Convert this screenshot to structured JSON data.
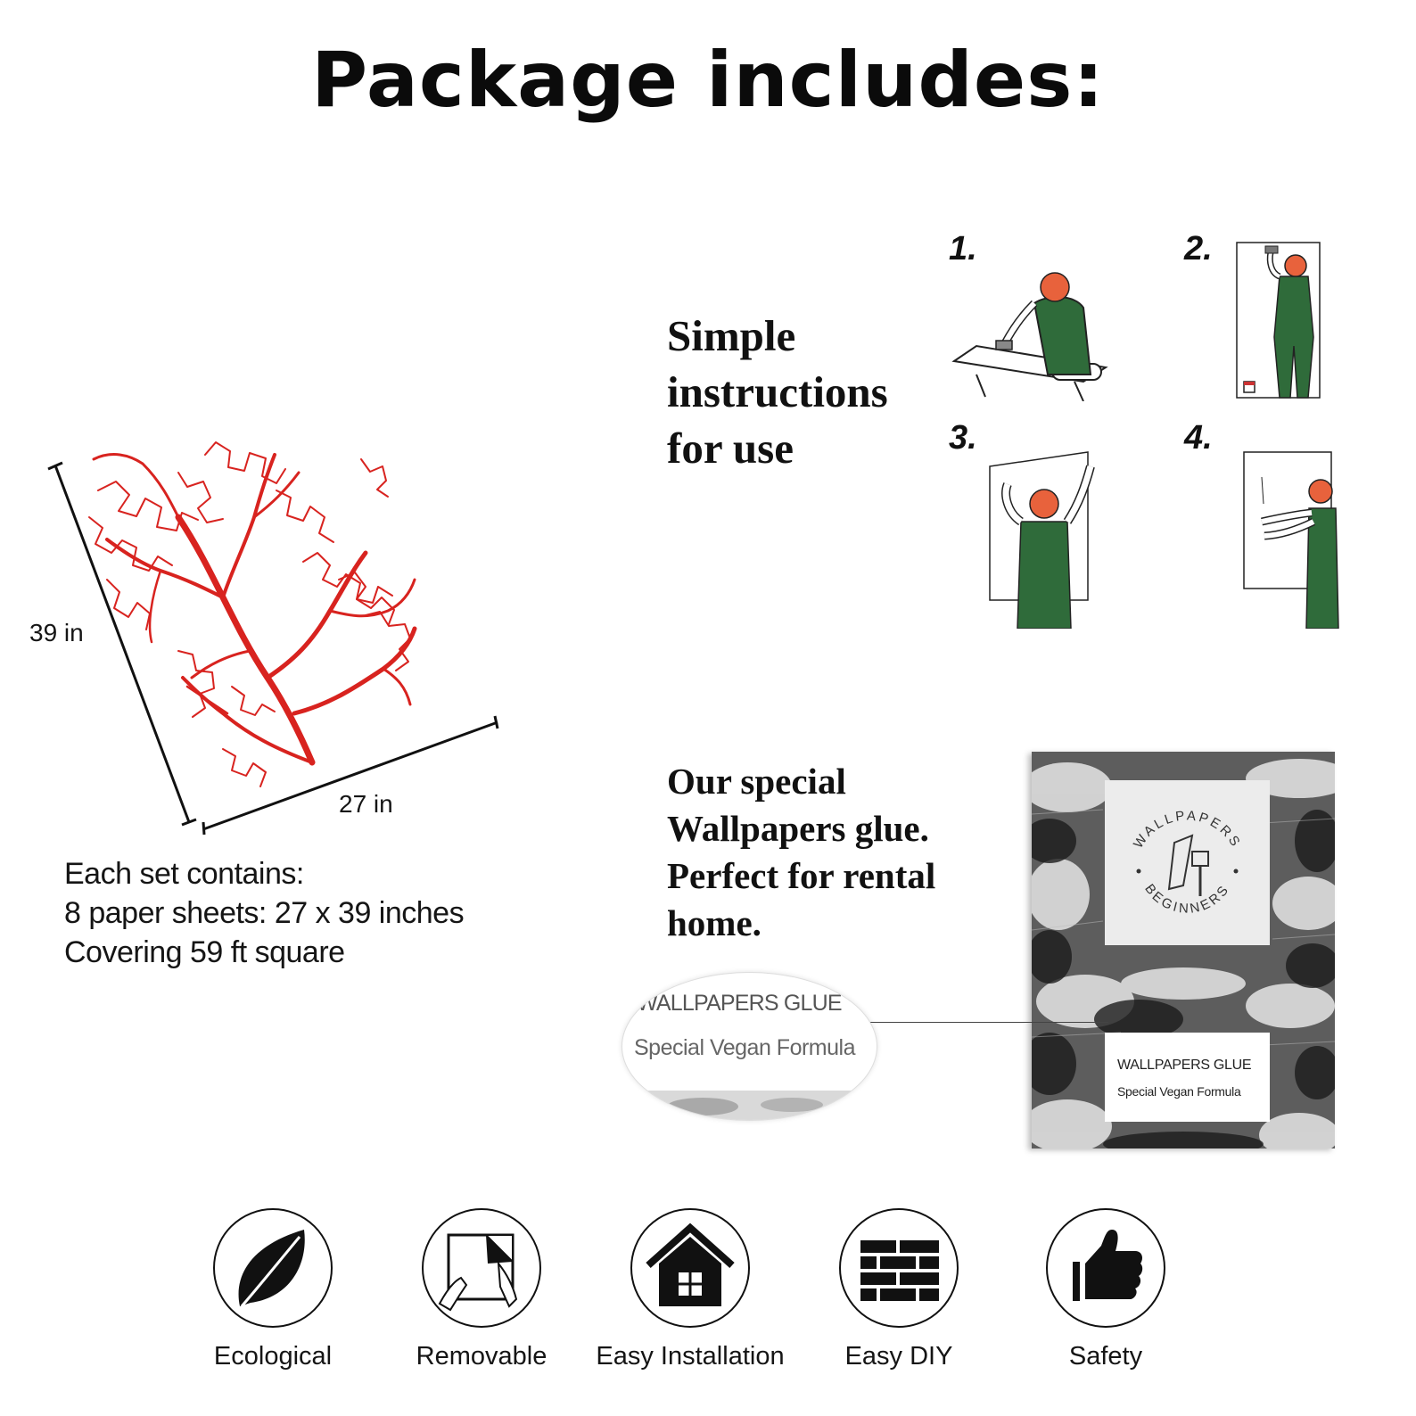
{
  "header": {
    "title": "Package includes:"
  },
  "product": {
    "dim_height": "39 in",
    "dim_width": "27 in",
    "set_lines": [
      "Each set contains:",
      "8 paper sheets: 27 x 39 inches",
      "Covering 59 ft square"
    ]
  },
  "instructions": {
    "text_lines": [
      "Simple",
      "instructions",
      "for use"
    ],
    "steps": [
      "1.",
      "2.",
      "3.",
      "4."
    ]
  },
  "glue": {
    "text_lines": [
      "Our special",
      "Wallpapers glue.",
      "Perfect for rental",
      "home."
    ],
    "logo_top": "WALLPAPERS",
    "logo_bottom": "BEGINNERS",
    "label_line1": "WALLPAPERS GLUE",
    "label_line2": "Special Vegan Formula",
    "zoom_line1": "WALLPAPERS GLUE",
    "zoom_line2": "Special Vegan Formula"
  },
  "features": [
    {
      "label": "Ecological",
      "icon": "leaf-icon"
    },
    {
      "label": "Removable",
      "icon": "peel-hand-icon"
    },
    {
      "label": "Easy Installation",
      "icon": "house-icon"
    },
    {
      "label": "Easy DIY",
      "icon": "brick-wall-icon"
    },
    {
      "label": "Safety",
      "icon": "thumbs-up-icon"
    }
  ],
  "colors": {
    "coral": "#d8231f",
    "overalls": "#2f6b3a",
    "hair": "#e8623c"
  }
}
